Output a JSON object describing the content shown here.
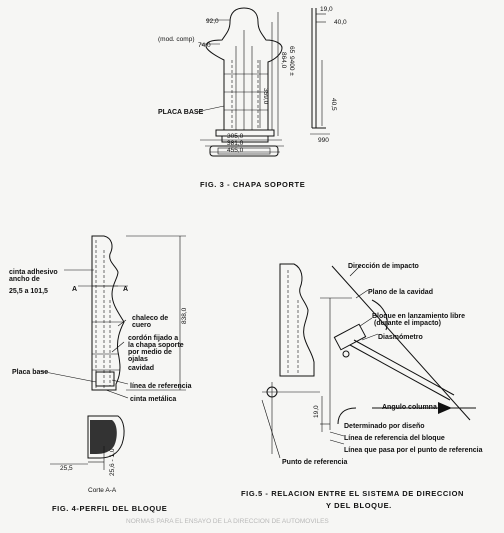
{
  "fig3": {
    "caption": "FIG. 3 - CHAPA SOPORTE",
    "dim_92": "92,0",
    "label_mod_comp": "(mod. comp)",
    "dim_74": "74,0",
    "dim_65": "65",
    "dim_864": "864,0",
    "dim_9400": "9400 ±",
    "label_placa_base": "PLACA BASE",
    "dim_359": "359,0",
    "dim_305": "305,0",
    "dim_381": "381,0",
    "dim_455": "455,0",
    "dim_19": "19,0",
    "dim_40": "40,0",
    "dim_40_5": "40,5",
    "dim_990": "990"
  },
  "fig4": {
    "caption": "FIG. 4-PERFIL DEL BLOQUE",
    "label_cinta_adhesiva": "cinta adhesivo",
    "label_ancho_de": "ancho de",
    "label_range": "25,5 a 101,5",
    "label_A_left": "A",
    "label_A_right": "A",
    "dim_838": "838,0",
    "label_chaleco_1": "chaleco de",
    "label_chaleco_2": "cuero",
    "label_cordon_1": "cordón fijado a",
    "label_cordon_2": "la chapa soporte",
    "label_cordon_3": "por medio de",
    "label_cordon_4": "ojalas",
    "label_cavidad": "cavidad",
    "label_placa_base": "Placa base",
    "label_linea_ref": "línea de referencia",
    "label_cinta_metalica": "cinta metálica",
    "dim_25_5": "25,5",
    "dim_25_6": "25,6 - 1,0",
    "label_corte": "Corte A-A"
  },
  "fig5": {
    "caption_line1": "FIG.5 - RELACION ENTRE EL SISTEMA DE DIRECCION",
    "caption_line2": "Y DEL BLOQUE.",
    "label_direccion": "Dirección de impacto",
    "label_plano": "Plano de la cavidad",
    "label_bloque_1": "Bloque en lanzamiento libre",
    "label_bloque_2": "(durante el impacto)",
    "label_diasmometro": "Diasmómetro",
    "label_angulo": "Angulo columna",
    "label_determinado": "Determinado por diseño",
    "label_linea_bloque": "Línea de referencia del bloque",
    "label_linea_punto": "Línea que pasa por el punto de referencia",
    "label_punto": "Punto de referencia",
    "dim_19": "19,0"
  },
  "bleed_text": "NORMAS PARA EL ENSAYO DE LA DIRECCION DE AUTOMOVILES"
}
